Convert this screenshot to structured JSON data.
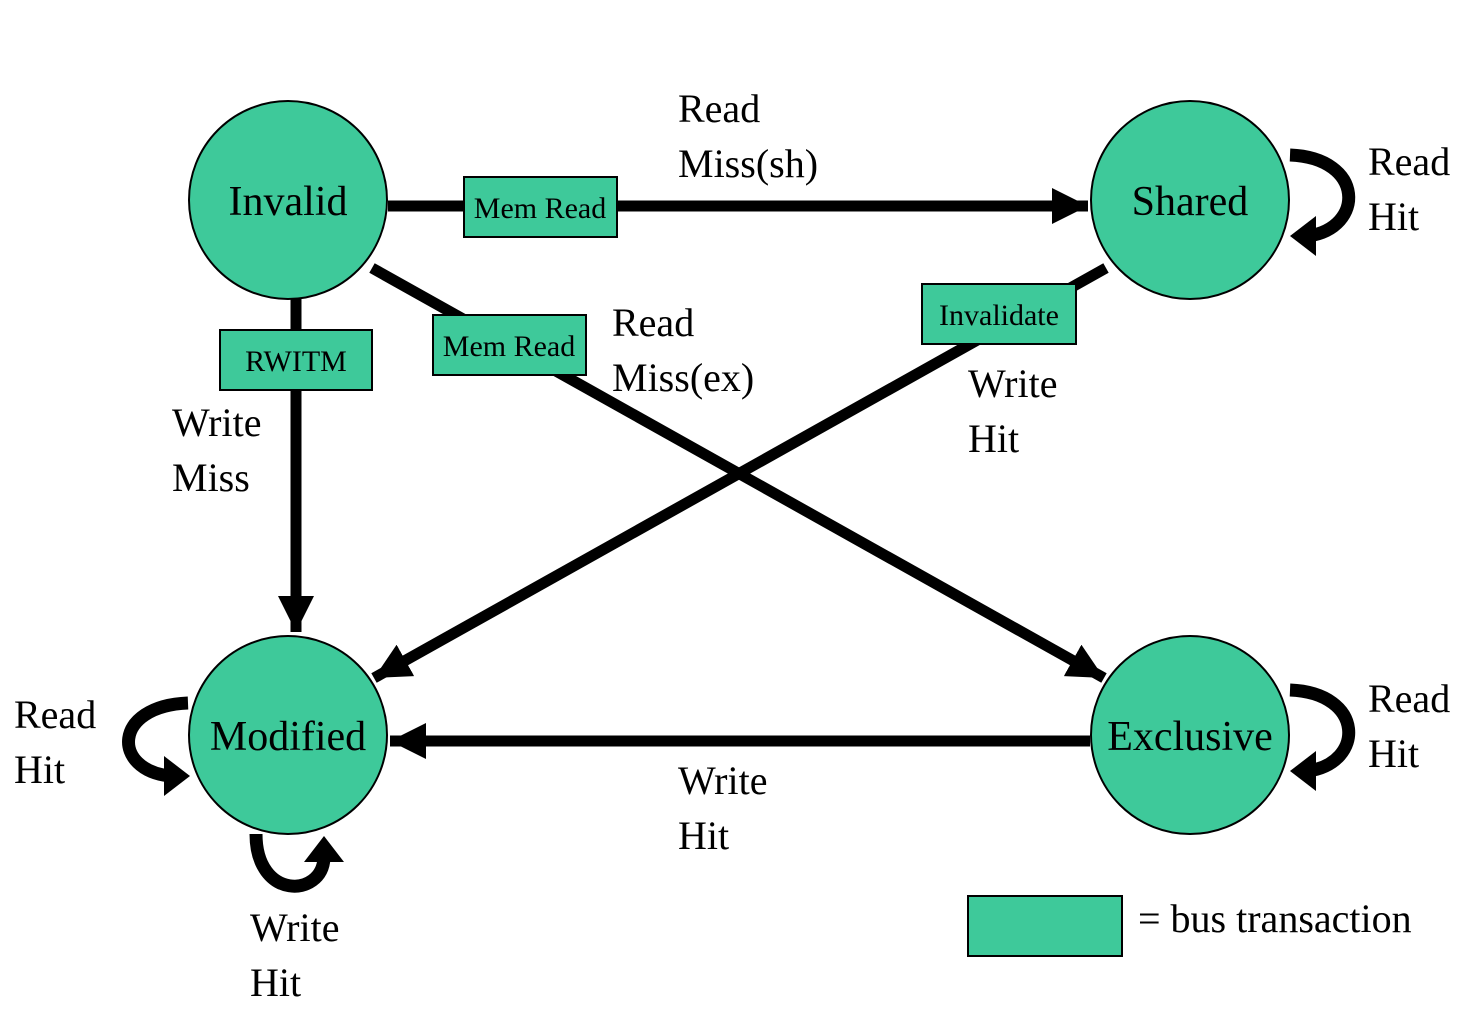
{
  "colors": {
    "state_fill": "#3ec99a",
    "bus_fill": "#3ec99a",
    "stroke": "#000000",
    "background": "#ffffff"
  },
  "states": {
    "invalid": "Invalid",
    "shared": "Shared",
    "modified": "Modified",
    "exclusive": "Exclusive"
  },
  "bus_transactions": {
    "invalid_to_shared": "Mem Read",
    "invalid_to_exclusive": "Mem Read",
    "invalid_to_modified": "RWITM",
    "shared_to_modified": "Invalidate"
  },
  "edge_labels": {
    "read_miss_sh": [
      "Read",
      "Miss(sh)"
    ],
    "read_miss_ex": [
      "Read",
      "Miss(ex)"
    ],
    "write_miss": [
      "Write",
      "Miss"
    ],
    "shared_write_hit": [
      "Write",
      "Hit"
    ],
    "exclusive_write_hit": [
      "Write",
      "Hit"
    ],
    "shared_read_hit": [
      "Read",
      "Hit"
    ],
    "exclusive_read_hit": [
      "Read",
      "Hit"
    ],
    "modified_read_hit": [
      "Read",
      "Hit"
    ],
    "modified_write_hit": [
      "Write",
      "Hit"
    ]
  },
  "legend": {
    "text": "= bus transaction"
  }
}
